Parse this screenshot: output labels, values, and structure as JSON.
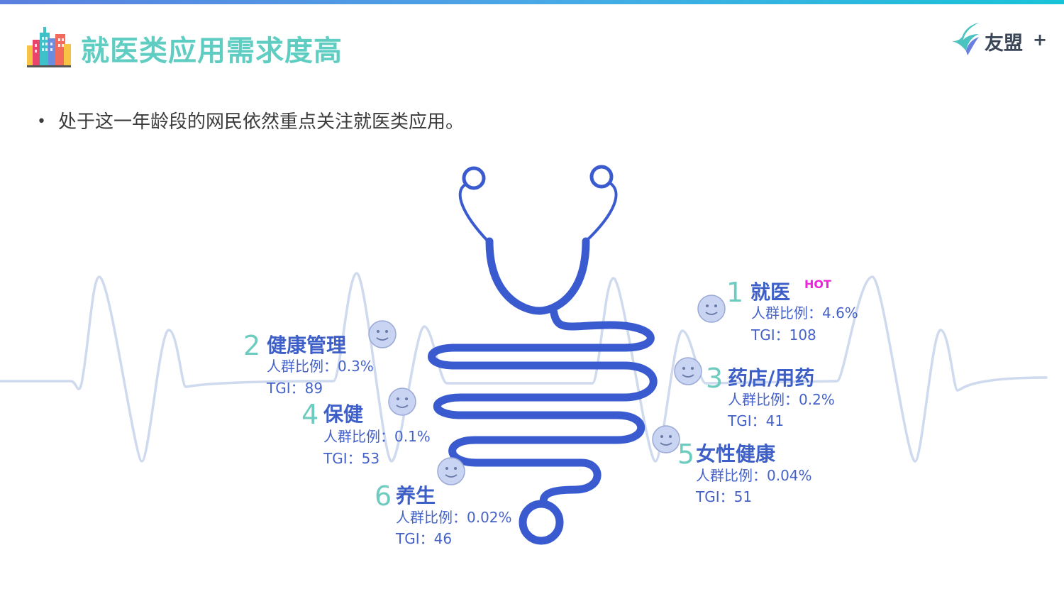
{
  "title": "就医类应用需求度高",
  "brand": {
    "name": "友盟",
    "plus": "+"
  },
  "bullet": "处于这一年龄段的网民依然重点关注就医类应用。",
  "accent_colors": {
    "number": "#6dcbbf",
    "name": "#3d5fc7",
    "tube": "#3a5bd0",
    "hot": "#ee22dd"
  },
  "icons": [
    "city-buildings-icon",
    "umeng-logo-icon",
    "smiley-face-icon",
    "stethoscope-icon",
    "heartbeat-line-icon"
  ],
  "items": [
    {
      "num": "1",
      "name": "就医",
      "ratio": "人群比例：4.6%",
      "tgi": "TGI：108",
      "badge": "HOT"
    },
    {
      "num": "2",
      "name": "健康管理",
      "ratio": "人群比例：0.3%",
      "tgi": "TGI：89"
    },
    {
      "num": "3",
      "name": "药店/用药",
      "ratio": "人群比例：0.2%",
      "tgi": "TGI：41"
    },
    {
      "num": "4",
      "name": "保健",
      "ratio": "人群比例：0.1%",
      "tgi": "TGI：53"
    },
    {
      "num": "5",
      "name": "女性健康",
      "ratio": "人群比例：0.04%",
      "tgi": "TGI：51"
    },
    {
      "num": "6",
      "name": "养生",
      "ratio": "人群比例：0.02%",
      "tgi": "TGI：46"
    }
  ]
}
